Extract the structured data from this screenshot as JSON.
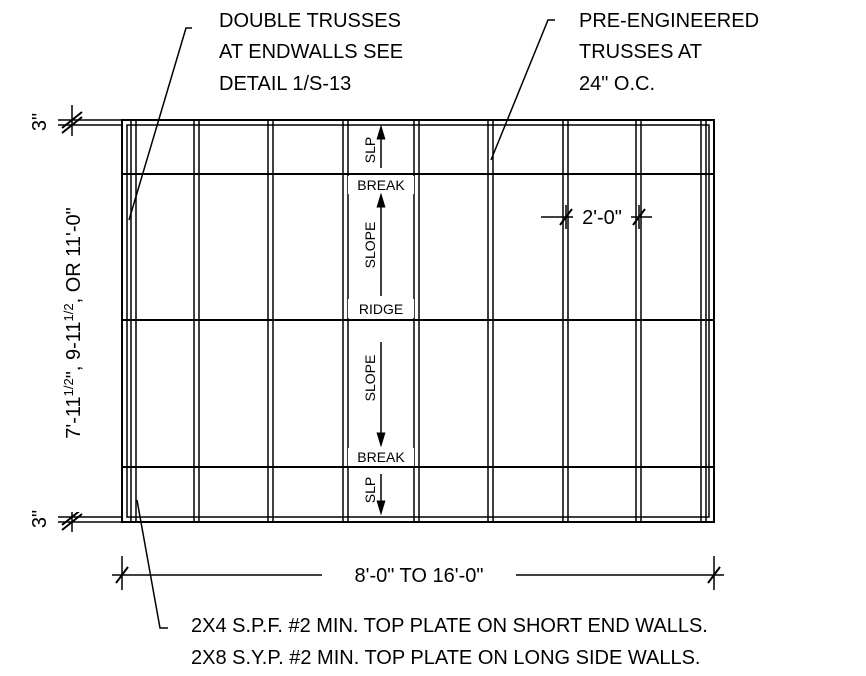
{
  "notes": {
    "double_trusses": [
      "DOUBLE TRUSSES",
      "AT ENDWALLS SEE",
      "DETAIL 1/S-13"
    ],
    "pre_engineered": [
      "PRE-ENGINEERED",
      "TRUSSES AT",
      "24\" O.C."
    ],
    "top_plates": [
      "2X4 S.P.F. #2 MIN. TOP PLATE ON SHORT END WALLS.",
      "2X8 S.Y.P. #2 MIN. TOP PLATE ON LONG SIDE WALLS."
    ]
  },
  "dimensions": {
    "top_edge": "3\"",
    "bottom_edge": "3\"",
    "depth_a": "7'-11",
    "depth_b": ", 9-11",
    "depth_c": ", OR 11'-0\"",
    "half_fraction": "1/2",
    "spacing": "2'-0\"",
    "width": "8'-0\" TO 16'-0\""
  },
  "markers": {
    "slp_top": "SLP",
    "break_top": "BREAK",
    "slope_top": "SLOPE",
    "ridge": "RIDGE",
    "slope_bottom": "SLOPE",
    "break_bottom": "BREAK",
    "slp_bottom": "SLP"
  }
}
